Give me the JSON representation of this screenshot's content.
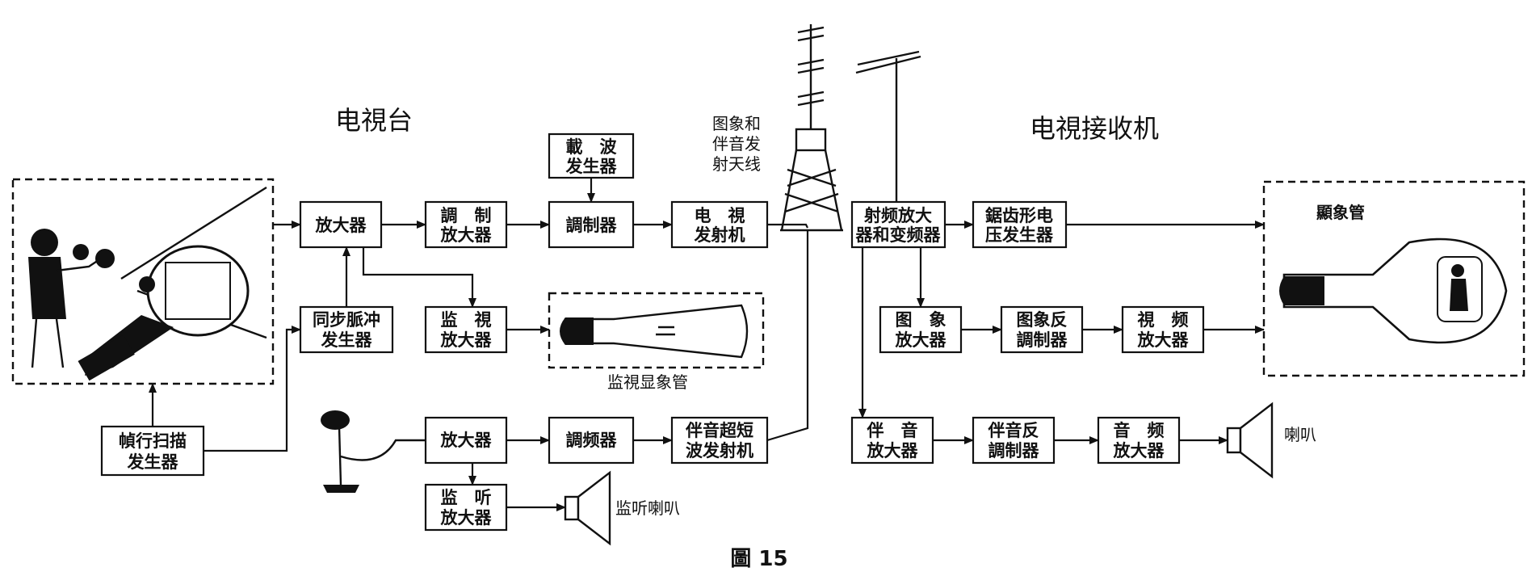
{
  "station": {
    "title": "电視台",
    "antenna_label": [
      "图象和",
      "伴音发",
      "射天线"
    ],
    "monitor_tube_caption": "监視显象管",
    "monitor_speaker_caption": "监听喇叭"
  },
  "receiver": {
    "title": "电視接收机",
    "picture_tube_caption": "顯象管",
    "speaker_caption": "喇叭"
  },
  "blocks": {
    "amp1": [
      "放大器"
    ],
    "mod_amp": [
      "調　制",
      "放大器"
    ],
    "carrier_gen": [
      "載　波",
      "发生器"
    ],
    "modulator": [
      "調制器"
    ],
    "tv_tx": [
      "电　視",
      "发射机"
    ],
    "sync_gen": [
      "同步脈冲",
      "发生器"
    ],
    "monitor_amp": [
      "监　視",
      "放大器"
    ],
    "scan_gen": [
      "幀行扫描",
      "发生器"
    ],
    "audio_amp": [
      "放大器"
    ],
    "fm": [
      "調频器"
    ],
    "audio_tx": [
      "伴音超短",
      "波发射机"
    ],
    "listen_amp": [
      "监　听",
      "放大器"
    ],
    "rf_amp": [
      "射频放大",
      "器和变频器"
    ],
    "sawtooth": [
      "鋸齿形电",
      "压发生器"
    ],
    "img_amp": [
      "图　象",
      "放大器"
    ],
    "img_demod": [
      "图象反",
      "調制器"
    ],
    "video_amp": [
      "視　频",
      "放大器"
    ],
    "snd_amp": [
      "伴　音",
      "放大器"
    ],
    "snd_demod": [
      "伴音反",
      "調制器"
    ],
    "aud_freq_amp": [
      "音　频",
      "放大器"
    ]
  },
  "figure_caption": "圖 15"
}
